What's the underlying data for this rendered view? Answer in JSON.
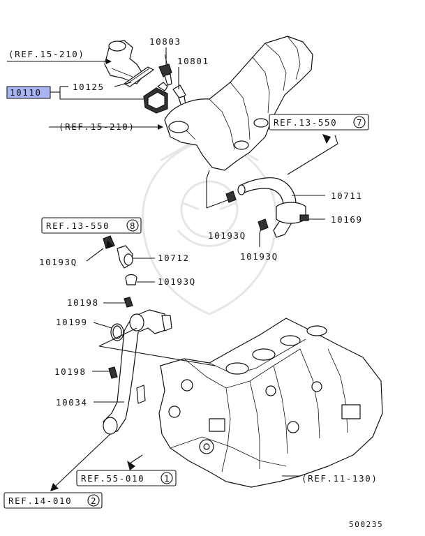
{
  "diagram_id": "500235",
  "highlighted_part": "10110",
  "part_labels": {
    "p10803": "10803",
    "p10801": "10801",
    "p10125": "10125",
    "p10110": "10110",
    "p10711": "10711",
    "p10169": "10169",
    "p10193q_a": "10193Q",
    "p10193q_b": "10193Q",
    "p10193q_c": "10193Q",
    "p10712": "10712",
    "p10193q_d": "10193Q",
    "p10198_a": "10198",
    "p10199": "10199",
    "p10198_b": "10198",
    "p10034": "10034"
  },
  "references": {
    "ref_15_210_top": "(REF.15-210)",
    "ref_15_210_mid": "(REF.15-210)",
    "ref_13_550_7": "REF.13-550",
    "ref_13_550_7_num": "7",
    "ref_13_550_8": "REF.13-550",
    "ref_13_550_8_num": "8",
    "ref_55_010_1": "REF.55-010",
    "ref_55_010_1_num": "1",
    "ref_11_130": "(REF.11-130)",
    "ref_14_010_2": "REF.14-010",
    "ref_14_010_2_num": "2"
  },
  "colors": {
    "highlight": "#a9b4f2",
    "line": "#111111",
    "watermark": "#e6e6e6"
  }
}
